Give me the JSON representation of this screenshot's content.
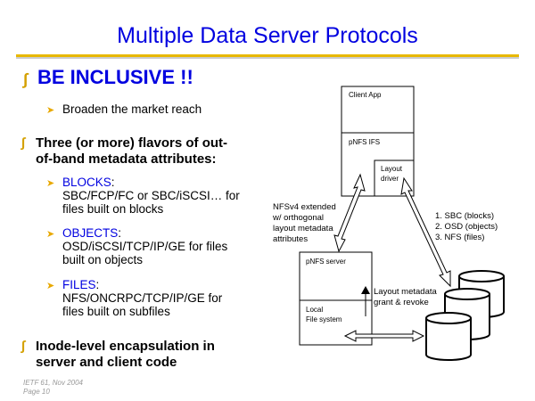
{
  "title": "Multiple Data Server Protocols",
  "bullets": {
    "inclusive": {
      "label": "BE INCLUSIVE !!",
      "sub": "Broaden the market reach"
    },
    "flavors": {
      "line1": "Three (or more) flavors of out-",
      "line2": "of-band metadata attributes:",
      "items": [
        {
          "name": "BLOCKS",
          "sep": ":",
          "line1": "SBC/FCP/FC or SBC/iSCSI… for",
          "line2": "files built on blocks"
        },
        {
          "name": "OBJECTS",
          "sep": ":",
          "line1": "OSD/iSCSI/TCP/IP/GE for files",
          "line2": "built on objects"
        },
        {
          "name": "FILES",
          "sep": ":",
          "line1": "NFS/ONCRPC/TCP/IP/GE for",
          "line2": "files built on subfiles"
        }
      ]
    },
    "inode": {
      "line1": "Inode-level encapsulation in",
      "line2": "server and client code"
    }
  },
  "diagram": {
    "client_app": "Client App",
    "pnfs_ifs": "pNFS IFS",
    "layout_driver": [
      "Layout",
      "driver"
    ],
    "nfsv4_note": [
      "NFSv4 extended",
      "w/ orthogonal",
      "layout metadata",
      "attributes"
    ],
    "protocols": [
      "1. SBC (blocks)",
      "2. OSD (objects)",
      "3. NFS (files)"
    ],
    "pnfs_server": "pNFS server",
    "local_fs": [
      "Local",
      "File system"
    ],
    "grant_note": [
      "Layout metadata",
      "grant & revoke"
    ]
  },
  "footer": {
    "line1": "IETF 61, Nov 2004",
    "line2": "Page 10"
  },
  "colors": {
    "accent": "#0000e0",
    "rule": "#e8b800"
  }
}
